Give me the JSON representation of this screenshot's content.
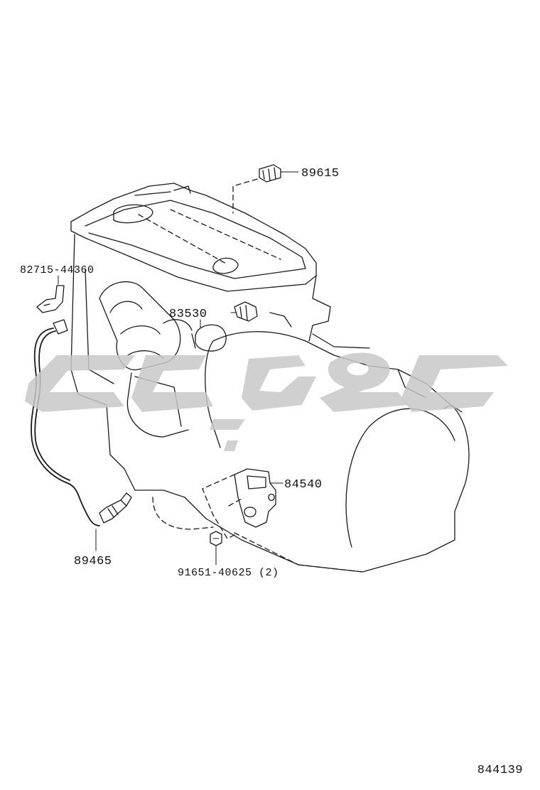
{
  "parts": {
    "p89615": "89615",
    "p82715": "82715-44360",
    "p83530": "83530",
    "p84540": "84540",
    "p89465": "89465",
    "p91651": "91651-40625 (2)"
  },
  "figure_id": "844139",
  "colors": {
    "line": "#1a1a1a",
    "watermark": "#c8c8c8",
    "background": "#ffffff"
  }
}
